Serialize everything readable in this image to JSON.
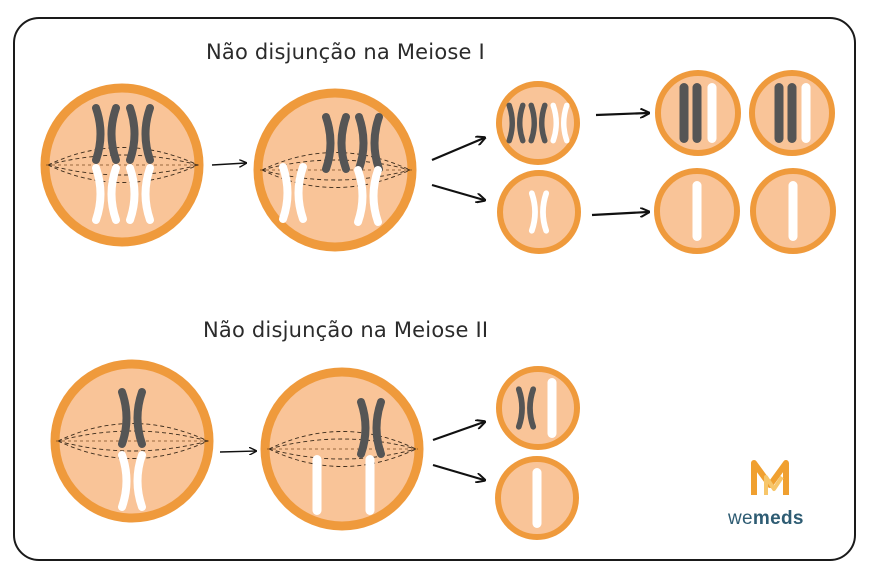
{
  "titles": {
    "meiosis1": "Não disjunção na Meiose I",
    "meiosis2": "Não disjunção na Meiose II"
  },
  "brand": {
    "name_light": "we",
    "name_bold": "meds",
    "accent_color": "#f0a030",
    "text_color": "#2e5c73"
  },
  "colors": {
    "cell_fill": "#f9c498",
    "cell_border": "#ef9a3c",
    "chromosome_dark": "#555555",
    "chromosome_light": "#ffffff"
  }
}
